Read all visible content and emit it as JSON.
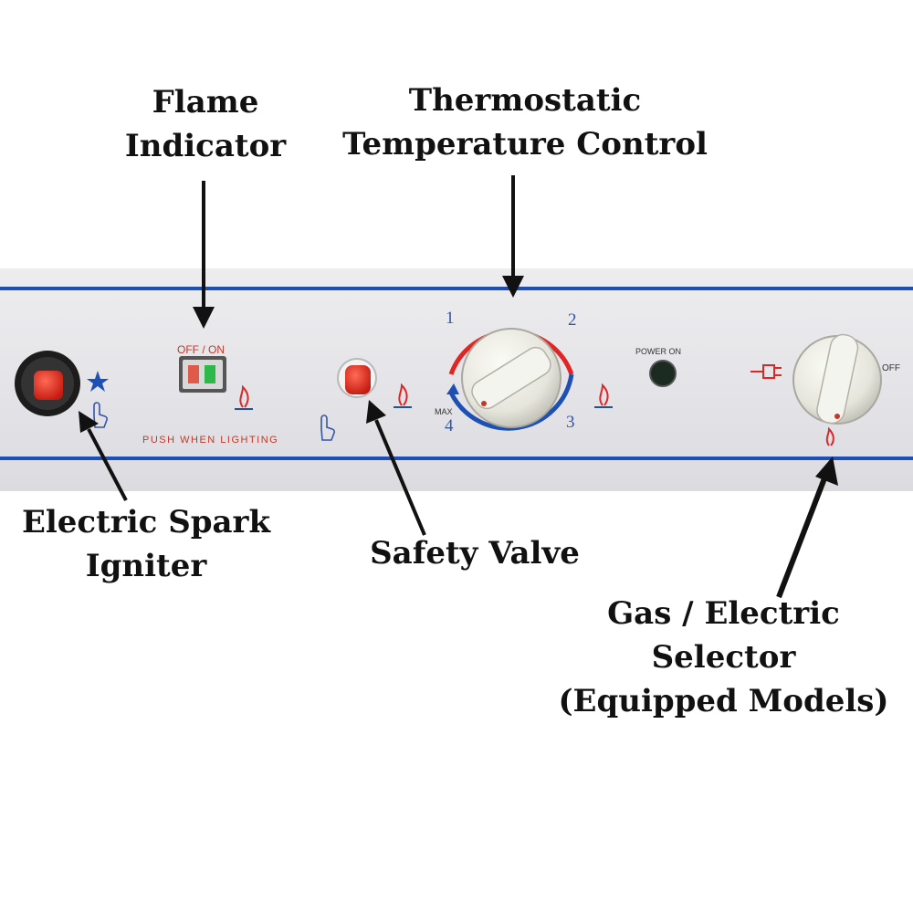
{
  "callouts": {
    "flame_indicator": [
      "Flame",
      "Indicator"
    ],
    "thermostatic_control": [
      "Thermostatic",
      "Temperature Control"
    ],
    "spark_igniter": [
      "Electric Spark",
      "Igniter"
    ],
    "safety_valve": [
      "Safety Valve"
    ],
    "gas_electric_selector": [
      "Gas / Electric",
      "Selector",
      "(Equipped Models)"
    ]
  },
  "panel": {
    "off_on_label": "OFF / ON",
    "push_when_lighting": "PUSH WHEN LIGHTING",
    "power_on_label": "POWER ON",
    "off_label": "OFF",
    "max_label": "MAX",
    "dial_numbers": [
      "1",
      "2",
      "3",
      "4"
    ]
  },
  "colors": {
    "panel_stripe": "#1e4fb3",
    "dial_arc_hot": "#e02525",
    "dial_arc_cool": "#1e4fb3",
    "button_red": "#e0251b",
    "indicator_green": "#2db84a"
  },
  "icons": [
    "snowflake-icon",
    "flame-icon",
    "hand-press-icon",
    "plug-icon"
  ]
}
